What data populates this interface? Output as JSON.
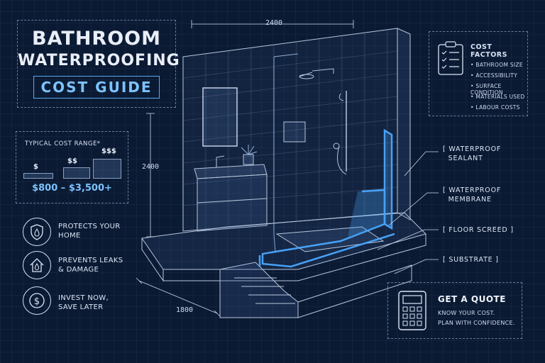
{
  "title": {
    "line1": "BATHROOM",
    "line2": "WATERPROOFING",
    "subtitle": "COST GUIDE"
  },
  "cost_range": {
    "heading": "TYPICAL COST RANGE*",
    "levels": [
      {
        "label": "$"
      },
      {
        "label": "$$"
      },
      {
        "label": "$$$"
      }
    ],
    "range_text": "$800 – $3,500+"
  },
  "benefits": [
    {
      "icon": "shield-drop-icon",
      "line1": "PROTECTS YOUR",
      "line2": "HOME"
    },
    {
      "icon": "house-drop-icon",
      "line1": "PREVENTS LEAKS",
      "line2": "& DAMAGE"
    },
    {
      "icon": "dollar-coin-icon",
      "line1": "INVEST NOW,",
      "line2": "SAVE LATER"
    }
  ],
  "cost_factors": {
    "heading": "COST FACTORS",
    "items": [
      "BATHROOM SIZE",
      "ACCESSIBILITY",
      "SURFACE CONDITION",
      "MATERIALS USED",
      "LABOUR COSTS"
    ]
  },
  "layers": [
    {
      "line1": "WATERPROOF",
      "line2": "SEALANT"
    },
    {
      "line1": "WATERPROOF",
      "line2": "MEMBRANE"
    },
    {
      "line1": "FLOOR SCREED",
      "line2": ""
    },
    {
      "line1": "SUBSTRATE",
      "line2": ""
    }
  ],
  "dimensions": {
    "width": "2400",
    "height": "2400",
    "depth": "1800"
  },
  "quote": {
    "heading": "GET A QUOTE",
    "line1": "KNOW YOUR COST.",
    "line2": "PLAN WITH CONFIDENCE."
  },
  "colors": {
    "background": "#0b1a33",
    "accent": "#4aa8ff",
    "line": "#c9d8ee"
  }
}
